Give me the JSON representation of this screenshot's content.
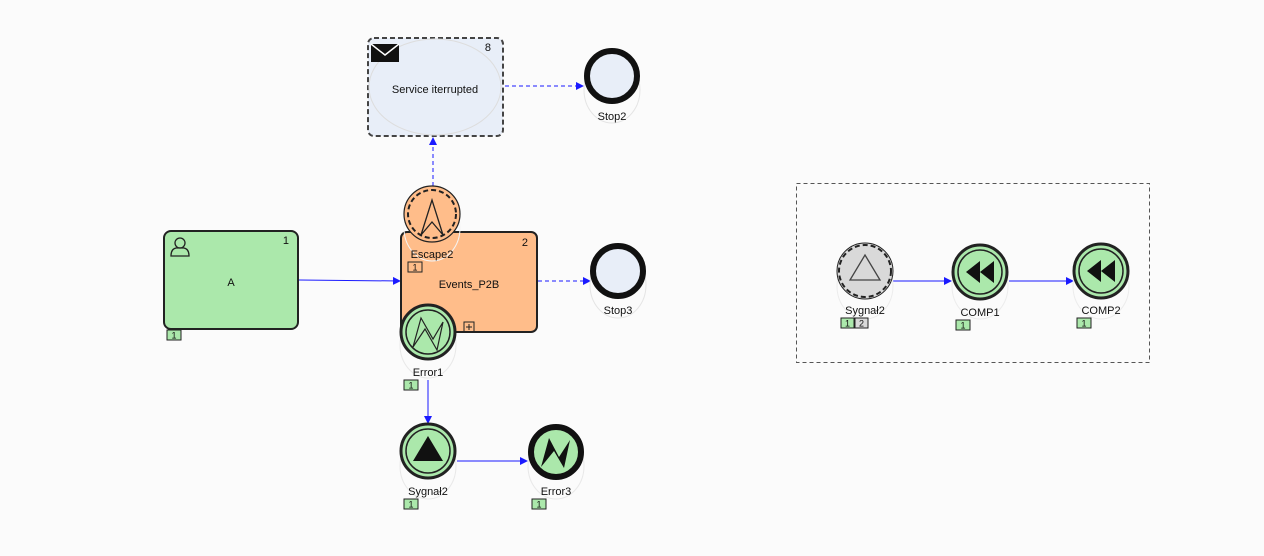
{
  "diagram": {
    "colors": {
      "task_green": "#abe8ab",
      "subprocess_orange": "#ffbd8a",
      "event_light": "#e8eef8",
      "flow_blue": "#1a1aff",
      "gray_event": "#d9d9d9"
    },
    "nodes": {
      "service": {
        "label": "Service iterrupted",
        "number": "8",
        "icon": "envelope-icon"
      },
      "stop2": {
        "label": "Stop2"
      },
      "taskA": {
        "label": "A",
        "number": "1",
        "icon": "user-icon",
        "badge": "1"
      },
      "events_p2b": {
        "label": "Events_P2B",
        "number": "2",
        "icon": "plus-box-icon"
      },
      "escape2": {
        "label": "Escape2",
        "badge": "1",
        "icon": "escalation-icon"
      },
      "stop3": {
        "label": "Stop3"
      },
      "error1": {
        "label": "Error1",
        "badge": "1",
        "icon": "error-bolt-icon"
      },
      "sygnal2_bottom": {
        "label": "Sygnał2",
        "badge": "1",
        "icon": "signal-triangle-icon"
      },
      "error3": {
        "label": "Error3",
        "badge": "1",
        "icon": "error-bolt-icon"
      },
      "sygnal2_group": {
        "label": "Sygnał2",
        "badges": [
          "1",
          "2"
        ],
        "icon": "signal-triangle-icon"
      },
      "comp1": {
        "label": "COMP1",
        "badge": "1",
        "icon": "compensation-icon"
      },
      "comp2": {
        "label": "COMP2",
        "badge": "1",
        "icon": "compensation-icon"
      }
    }
  }
}
